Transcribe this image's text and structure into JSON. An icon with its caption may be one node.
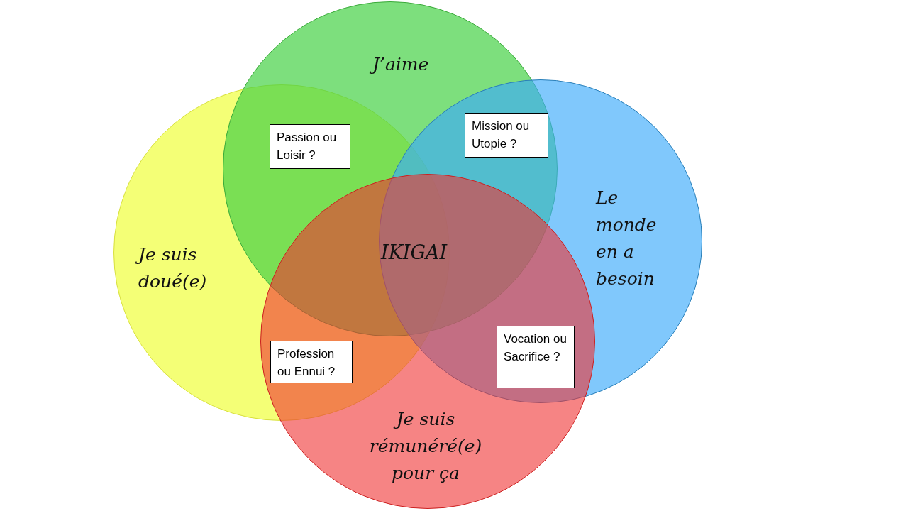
{
  "diagram": {
    "nodes": [
      {
        "text": [
          "J’aime"
        ]
      },
      {
        "text": [
          "Passion ou Loisir ?"
        ]
      },
      {
        "text": [
          "Mission ou Utopie ?"
        ]
      },
      {
        "text": [
          "Le monde en a besoin"
        ]
      },
      {
        "text": [
          "Je suis doué(e)"
        ]
      },
      {
        "text": [
          "Profession ou Ennui ?"
        ]
      },
      {
        "text": [
          "Vocation ou Sacrifice ?"
        ]
      },
      {
        "text": [
          "Je suis rémunéré(e) pour ça"
        ]
      }
    ],
    "labels": [
      "IKIGAI"
    ]
  }
}
